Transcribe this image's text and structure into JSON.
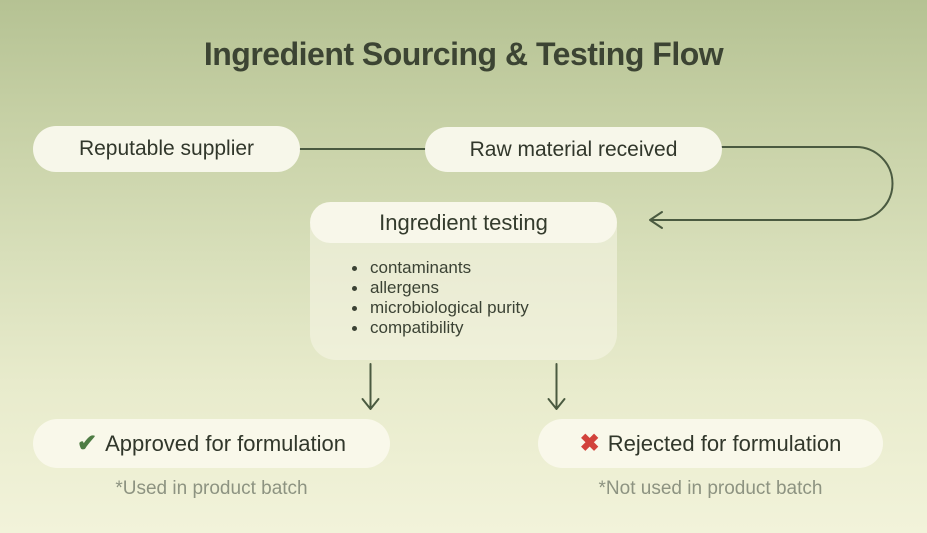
{
  "title": "Ingredient Sourcing & Testing Flow",
  "flow": {
    "supplier": {
      "label": "Reputable supplier"
    },
    "raw_material": {
      "label": "Raw material received"
    },
    "testing": {
      "title": "Ingredient testing",
      "items": [
        "contaminants",
        "allergens",
        "microbiological purity",
        "compatibility"
      ]
    },
    "approved": {
      "icon": "check-icon",
      "icon_glyph": "✔",
      "label": "Approved for formulation",
      "note": "*Used in product batch"
    },
    "rejected": {
      "icon": "cross-icon",
      "icon_glyph": "✖",
      "label": "Rejected for formulation",
      "note": "*Not used in product batch"
    }
  },
  "colors": {
    "background_top": "#b5c293",
    "background_bottom": "#f2f3da",
    "card_cream": "#f8f7ea",
    "arrow_green": "#4a5a40",
    "check_green": "#4e7c44",
    "cross_red": "#d2423b",
    "text_dark": "#31372b",
    "title_dark": "#3c4433",
    "footnote_gray": "#8d9381"
  }
}
